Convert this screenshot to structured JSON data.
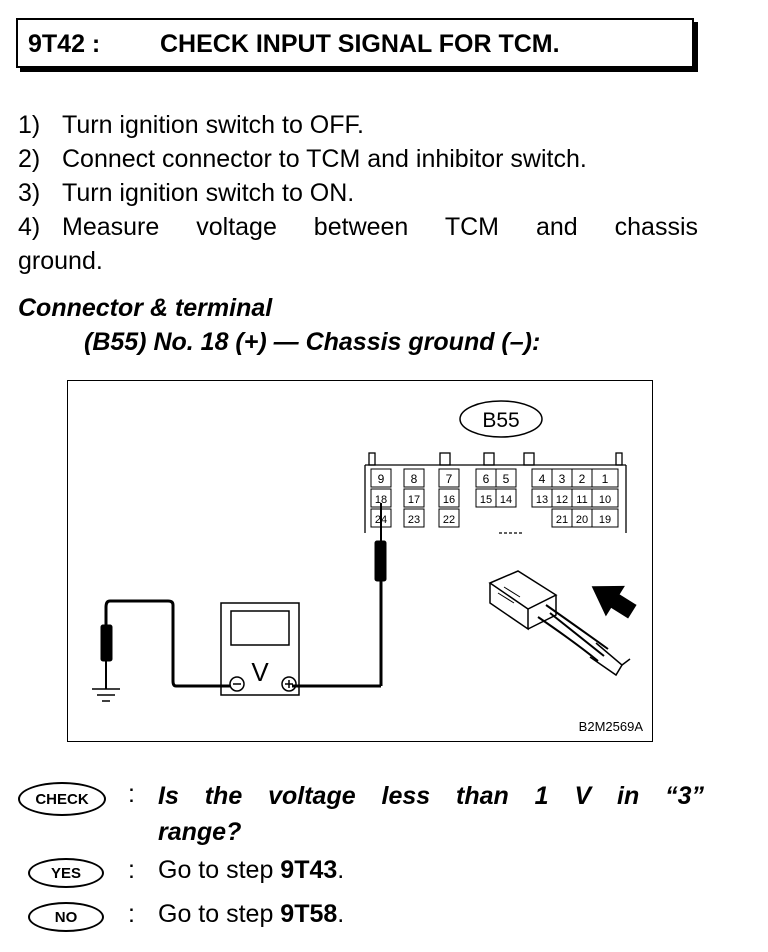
{
  "header": {
    "code": "9T42 :",
    "title": "CHECK INPUT SIGNAL FOR TCM."
  },
  "steps": [
    {
      "num": "1)",
      "text": "Turn ignition switch to OFF."
    },
    {
      "num": "2)",
      "text": "Connect connector to TCM and inhibitor switch."
    },
    {
      "num": "3)",
      "text": "Turn ignition switch to ON."
    },
    {
      "num": "4)",
      "text": "Measure voltage between TCM and chassis",
      "cont": "ground."
    }
  ],
  "connector_section": {
    "heading": "Connector & terminal",
    "spec": "(B55) No. 18 (+) — Chassis ground (–):"
  },
  "figure": {
    "connector_label": "B55",
    "row1": [
      "9",
      "8",
      "7",
      "6",
      "5",
      "4",
      "3",
      "2",
      "1"
    ],
    "row2": [
      "18",
      "17",
      "16",
      "15",
      "14",
      "13",
      "12",
      "11",
      "10"
    ],
    "row3": [
      "24",
      "23",
      "22",
      "21",
      "20",
      "19"
    ],
    "meter_symbol": "V",
    "minus": "⊖",
    "plus": "⊕",
    "figure_id": "B2M2569A"
  },
  "check": {
    "badge": "CHECK",
    "colon": ":",
    "question_line1": "Is the voltage less than 1 V in “3”",
    "question_line2": "range?"
  },
  "yes": {
    "badge": "YES",
    "colon": ":",
    "prefix": "Go to step ",
    "target": "9T43",
    "suffix": "."
  },
  "no": {
    "badge": "NO",
    "colon": ":",
    "prefix": "Go to step ",
    "target": "9T58",
    "suffix": "."
  }
}
